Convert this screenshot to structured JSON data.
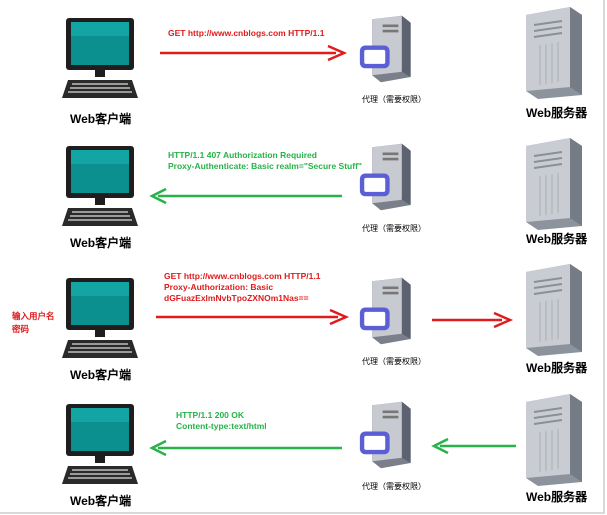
{
  "labels": {
    "client": "Web客户端",
    "proxy": "代理（需要权限）",
    "server": "Web服务器"
  },
  "colors": {
    "request": "#e01b1b",
    "response": "#27b24a",
    "monitor": "#0b8f8f",
    "server_body": "#b9bec6"
  },
  "steps": [
    {
      "direction": "client-to-proxy",
      "message": [
        "GET http://www.cnblogs.com HTTP/1.1"
      ]
    },
    {
      "direction": "proxy-to-client",
      "message": [
        "HTTP/1.1 407 Authorization Required",
        "Proxy-Authenticate: Basic realm=\"Secure Stuff\""
      ]
    },
    {
      "direction": "client-to-proxy-to-server",
      "message": [
        "GET http://www.cnblogs.com HTTP/1.1",
        "Proxy-Authorization: Basic",
        "dGFuazExlmNvbTpoZXNOm1Nas=="
      ],
      "side_note": [
        "输入用户名",
        "密码"
      ]
    },
    {
      "direction": "server-to-proxy-to-client",
      "message": [
        "HTTP/1.1 200 OK",
        "Content-type:text/html"
      ]
    }
  ]
}
